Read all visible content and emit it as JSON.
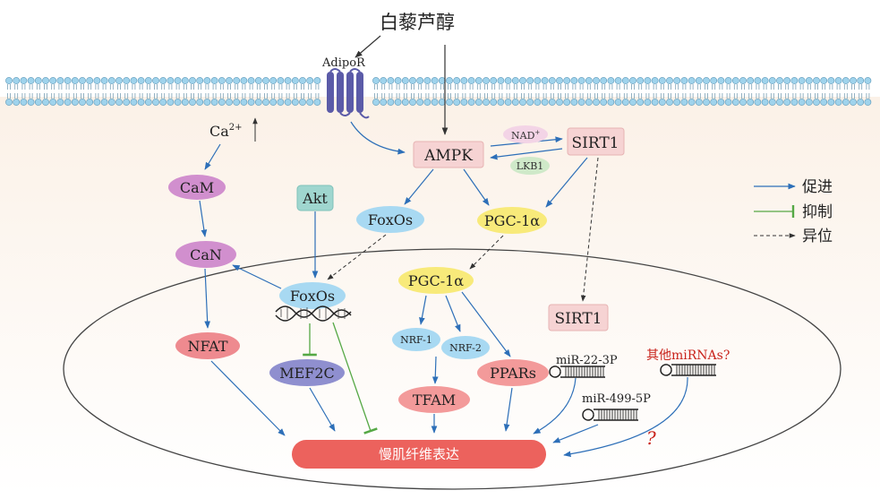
{
  "stimulus": "白藜芦醇",
  "receptor": "AdipoR",
  "calcium": "Ca",
  "calcium_sup": "2+",
  "nodes": {
    "ampk": "AMPK",
    "sirt1_top": "SIRT1",
    "sirt1_nucleus": "SIRT1",
    "cam": "CaM",
    "can": "CaN",
    "akt": "Akt",
    "foxos_top": "FoxOs",
    "foxos_nucleus": "FoxOs",
    "pgc_top": "PGC-1α",
    "pgc_nucleus": "PGC-1α",
    "nrf1": "NRF-1",
    "nrf2": "NRF-2",
    "nfat": "NFAT",
    "mef2c": "MEF2C",
    "tfam": "TFAM",
    "ppars": "PPARs",
    "slow_fiber": "慢肌纤维表达"
  },
  "cofactors": {
    "nad": "NAD",
    "nad_sup": "+",
    "lkb1": "LKB1"
  },
  "mirnas": {
    "mir22": "miR-22-3P",
    "mir499": "miR-499-5P",
    "other": "其他miRNAs?",
    "question": "?"
  },
  "legend": {
    "promote": "促进",
    "inhibit": "抑制",
    "translocate": "异位"
  },
  "colors": {
    "promote_arrow": "#2d6fb8",
    "inhibit_line": "#55a845",
    "membrane_head": "#9fd3ec",
    "receptor": "#5b5ba8",
    "ampk_box": "#f6d3d3",
    "sirt1_box": "#f6d3d3",
    "cam_can": "#d18fce",
    "akt_box": "#9fd6cf",
    "foxos": "#a8d9f2",
    "pgc": "#f8ea7a",
    "nfat": "#ee8a8f",
    "mef2c": "#8f8fcf",
    "tfam": "#f39a9a",
    "ppars": "#f39a9a",
    "slow_fiber_bar": "#ec625d",
    "other_mirna_text": "#c9231b",
    "question_mark": "#c9231b"
  }
}
